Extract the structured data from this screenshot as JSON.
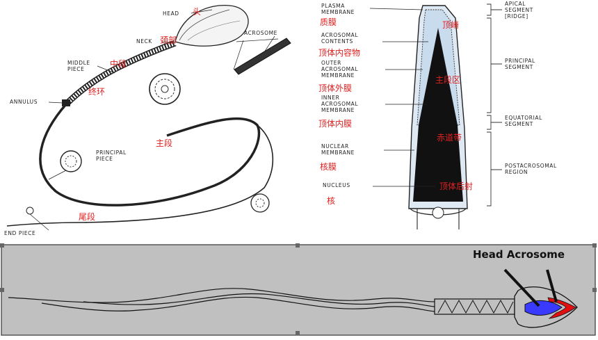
{
  "sperm_overview": {
    "labels": {
      "head": "HEAD",
      "neck": "NECK",
      "acrosome": "ACROSOME",
      "middle_piece": "MIDDLE\nPIECE",
      "annulus": "ANNULUS",
      "principal_piece": "PRINCIPAL\nPIECE",
      "end_piece": "END PIECE"
    },
    "chinese": {
      "head": "头",
      "neck": "颈部",
      "middle_piece": "中段",
      "annulus": "终环",
      "principal_piece": "主段",
      "end_piece": "尾段"
    }
  },
  "head_section": {
    "left_labels": {
      "plasma_membrane": "PLASMA\nMEMBRANE",
      "acrosomal_contents": "ACROSOMAL\nCONTENTS",
      "outer_acrosomal_membrane": "OUTER\nACROSOMAL\nMEMBRANE",
      "inner_acrosomal_membrane": "INNER\nACROSOMAL\nMEMBRANE",
      "nuclear_membrane": "NUCLEAR\nMEMBRANE",
      "nucleus": "NUCLEUS"
    },
    "left_chinese": {
      "plasma_membrane": "质膜",
      "acrosomal_contents": "顶体内容物",
      "outer_acrosomal_membrane": "顶体外膜",
      "inner_acrosomal_membrane": "顶体内膜",
      "nuclear_membrane": "核膜",
      "nucleus": "核"
    },
    "right_labels": {
      "apical_segment": "APICAL\nSEGMENT\n[RIDGE]",
      "principal_segment": "PRINCIPAL\nSEGMENT",
      "equatorial_segment": "EQUATORIAL\nSEGMENT",
      "postacrosomal_region": "POSTACROSOMAL\nREGION"
    },
    "inner_chinese": {
      "apical": "顶嵴",
      "principal": "主段区",
      "equatorial": "赤道带",
      "postacrosomal": "顶体后射"
    }
  },
  "bottom_diagram": {
    "label": "Head Acrosome",
    "colors": {
      "background": "#c0c0c0",
      "head": "#3a3aff",
      "acrosome": "#e01010"
    }
  }
}
